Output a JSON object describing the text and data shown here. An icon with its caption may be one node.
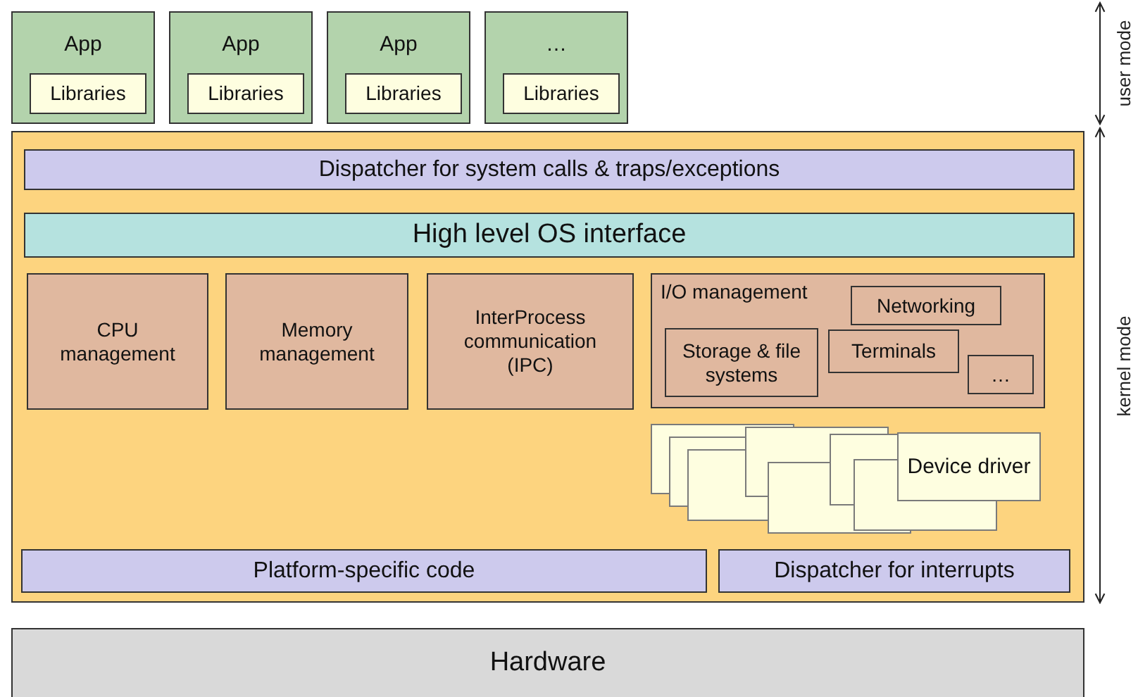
{
  "diagram": {
    "nodes": [
      {
        "text": [
          "App"
        ]
      },
      {
        "text": [
          "Libraries"
        ],
        "in": 0
      },
      {
        "text": [
          "App"
        ]
      },
      {
        "text": [
          "Libraries"
        ],
        "in": 2
      },
      {
        "text": [
          "App"
        ]
      },
      {
        "text": [
          "Libraries"
        ],
        "in": 4
      },
      {
        "text": [
          "…"
        ]
      },
      {
        "text": [
          "Libraries"
        ],
        "in": 6
      },
      {
        "text": [],
        "shape": "box"
      },
      {
        "text": [
          "Dispatcher for system calls & traps/exceptions"
        ],
        "in": 8
      },
      {
        "text": [
          "High level OS interface"
        ],
        "in": 8
      },
      {
        "text": [
          "CPU management"
        ],
        "in": 8
      },
      {
        "text": [
          "Memory management"
        ],
        "in": 8
      },
      {
        "text": [
          "InterProcess communication (IPC)"
        ],
        "in": 8
      },
      {
        "text": [
          "I/O management"
        ],
        "in": 8
      },
      {
        "text": [
          "Networking"
        ],
        "in": 14
      },
      {
        "text": [
          "Storage & file systems"
        ],
        "in": 14
      },
      {
        "text": [
          "Terminals"
        ],
        "in": 14
      },
      {
        "text": [
          "…"
        ],
        "in": 14
      },
      {
        "text": [],
        "shape": "box",
        "in": 8
      },
      {
        "text": [
          "Device driver"
        ],
        "in": 8
      },
      {
        "text": [
          "Platform-specific code"
        ],
        "in": 8
      },
      {
        "text": [
          "Dispatcher for interrupts"
        ],
        "in": 8
      },
      {
        "text": [
          "Hardware"
        ]
      }
    ],
    "edges": [],
    "labels": [
      "user mode",
      "kernel mode"
    ]
  }
}
